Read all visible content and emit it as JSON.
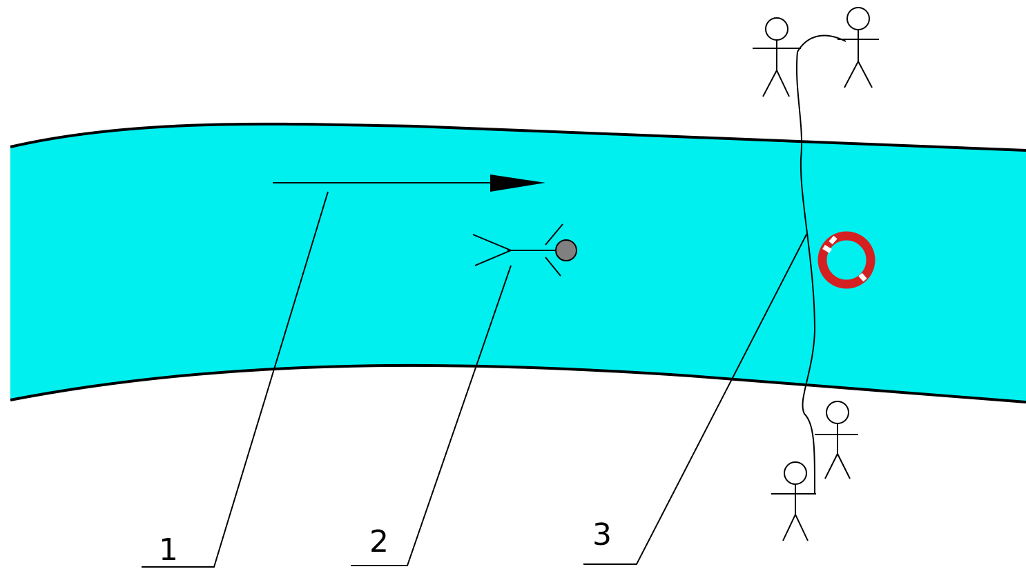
{
  "colors": {
    "water": "#00f0f0",
    "outline": "#000000",
    "ring_red": "#d42020",
    "ring_white": "#ffffff",
    "head_grey": "#808080",
    "background": "#ffffff"
  },
  "icons": {
    "current": "arrow-right-icon",
    "victim": "drowning-person-icon",
    "buoy": "lifebuoy-icon",
    "rescuer": "stick-figure-icon"
  },
  "callouts": [
    {
      "id": "current",
      "label": "1"
    },
    {
      "id": "victim",
      "label": "2"
    },
    {
      "id": "rope",
      "label": "3"
    }
  ]
}
